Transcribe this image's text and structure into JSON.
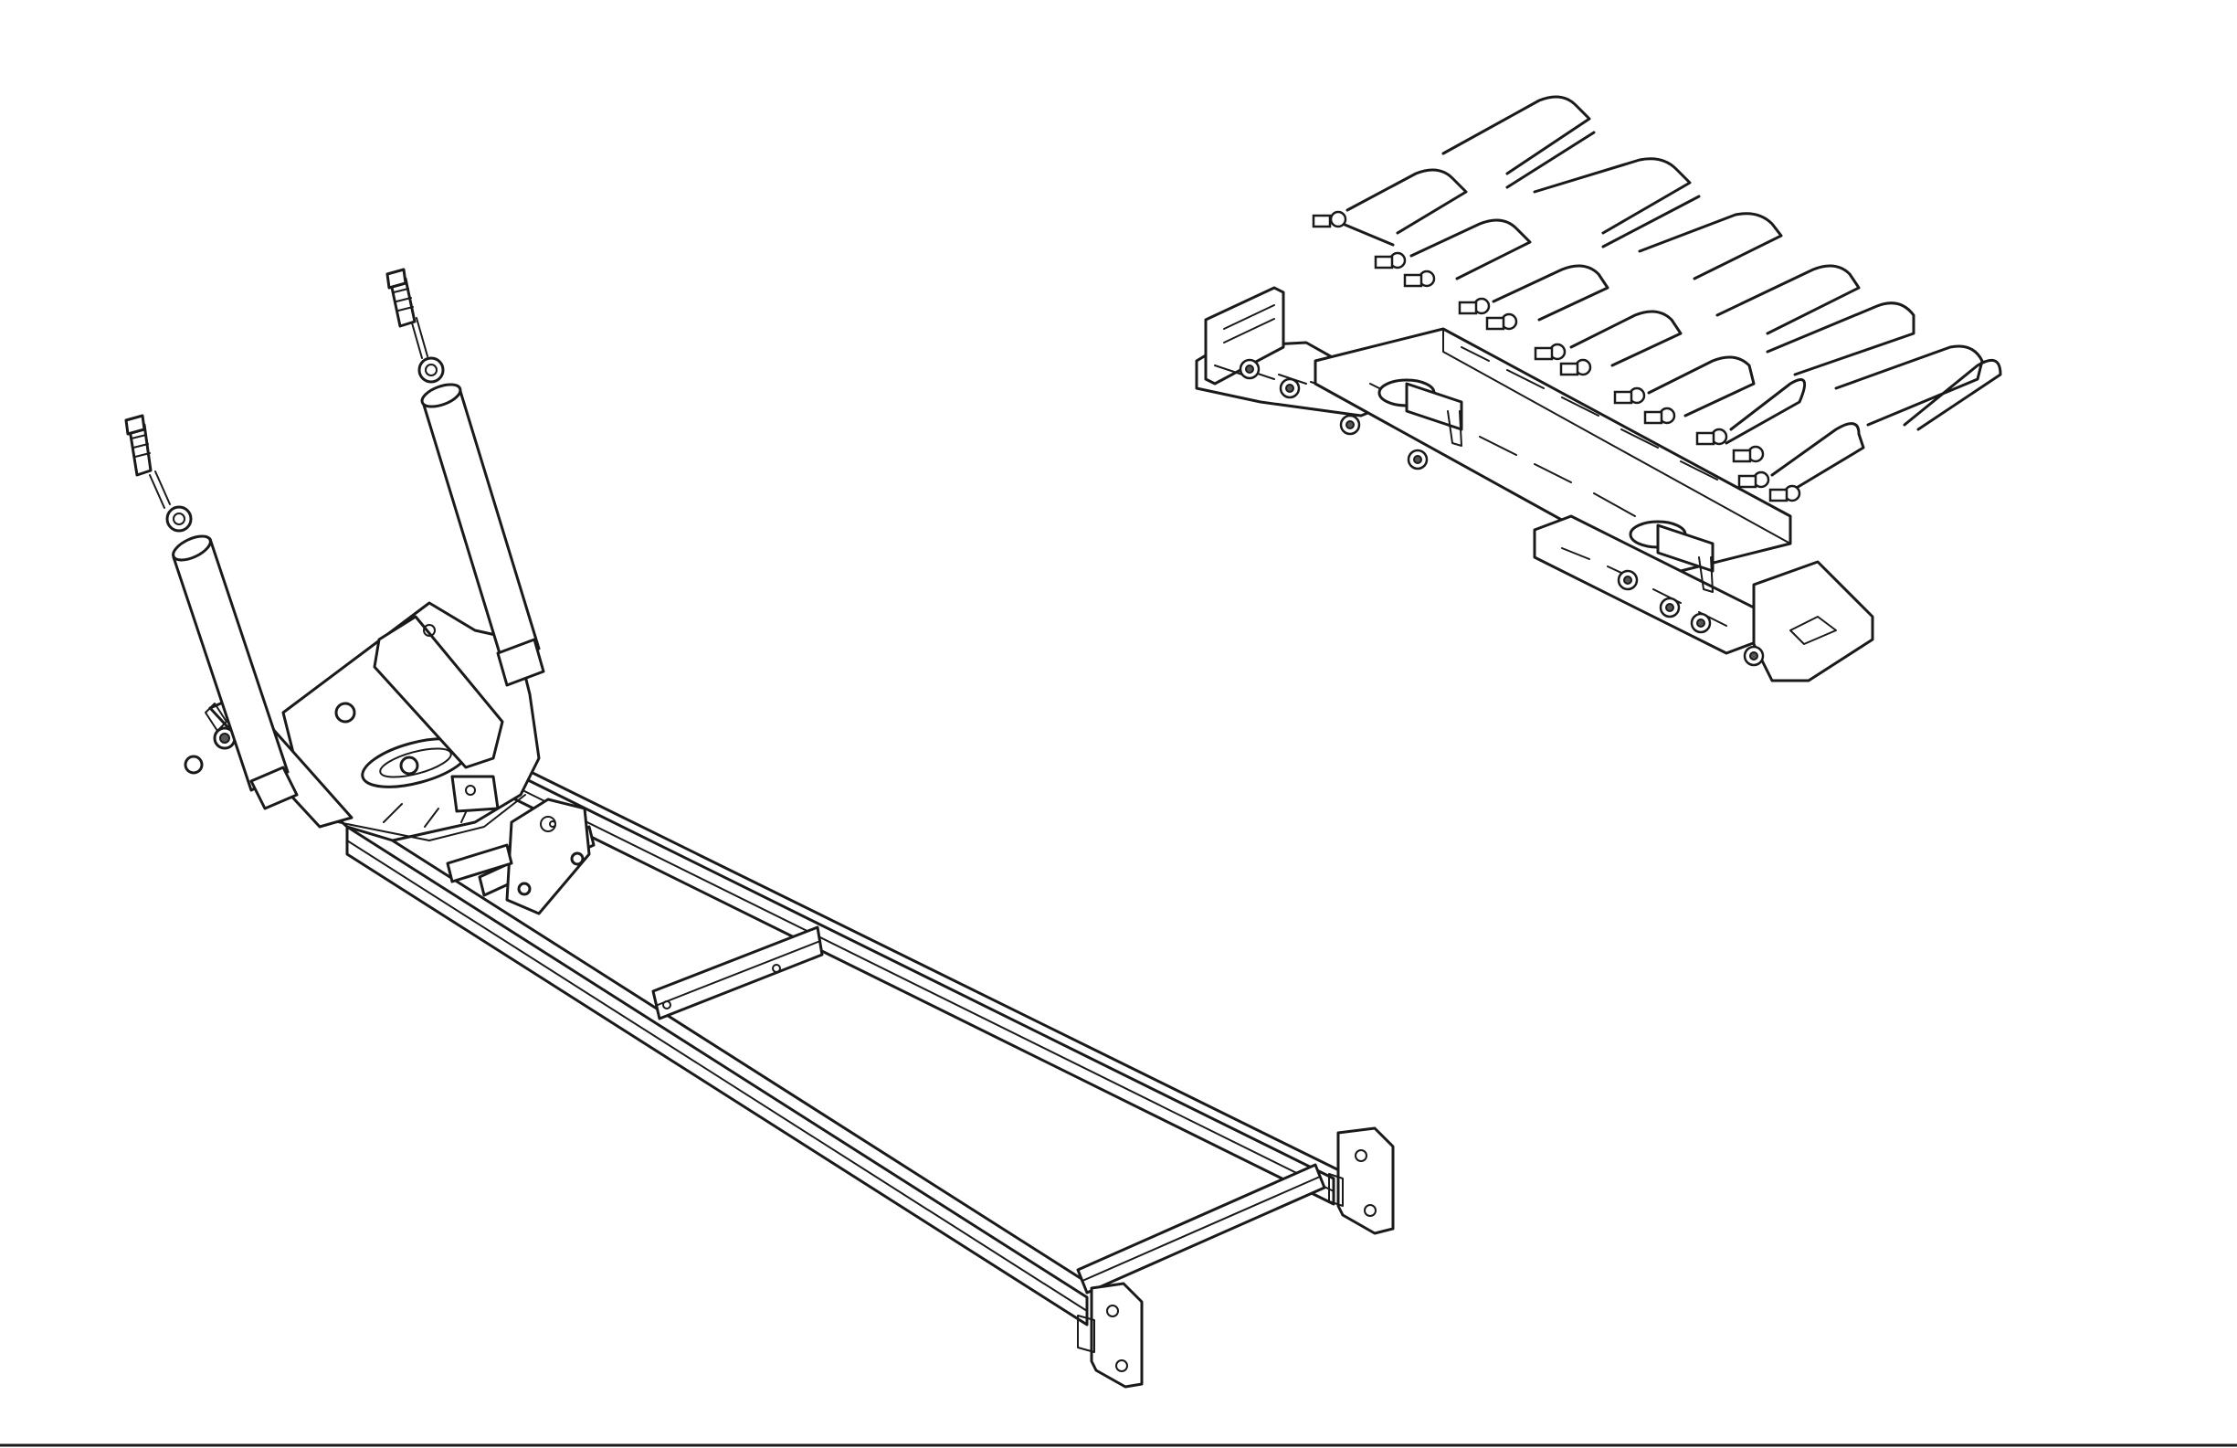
{
  "illustration": {
    "background": "#ffffff",
    "line_color": "#1a1a1a",
    "components": [
      {
        "name": "plow-frame-assembly",
        "icon": "a-frame-icon"
      },
      {
        "name": "lift-cylinder",
        "icon": "hydraulic-cylinder-icon",
        "count": 2
      },
      {
        "name": "vehicle-mount-assembly",
        "icon": "mount-bracket-icon"
      },
      {
        "name": "u-bolt",
        "icon": "u-bolt-icon",
        "count": 12
      }
    ]
  }
}
